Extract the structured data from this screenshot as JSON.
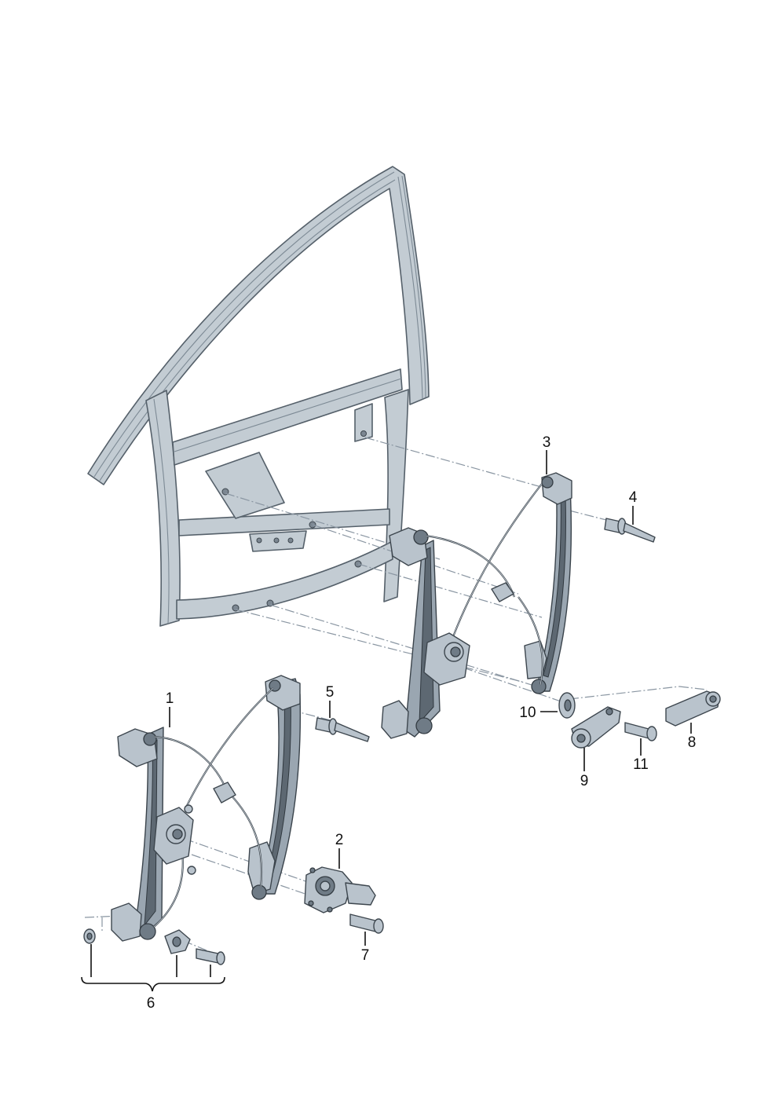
{
  "diagram": {
    "callouts": [
      {
        "id": "1",
        "label": "1"
      },
      {
        "id": "2",
        "label": "2"
      },
      {
        "id": "3",
        "label": "3"
      },
      {
        "id": "4",
        "label": "4"
      },
      {
        "id": "5",
        "label": "5"
      },
      {
        "id": "6",
        "label": "6"
      },
      {
        "id": "7",
        "label": "7"
      },
      {
        "id": "8",
        "label": "8"
      },
      {
        "id": "9",
        "label": "9"
      },
      {
        "id": "10",
        "label": "10"
      },
      {
        "id": "11",
        "label": "11"
      }
    ],
    "colors": {
      "frame": "#c3ccd3",
      "part": "#b9c3cc",
      "rail": "#9aa6b1",
      "outline": "#3d464e",
      "leader": "#111111",
      "dashed_axis": "#8a96a2"
    }
  }
}
